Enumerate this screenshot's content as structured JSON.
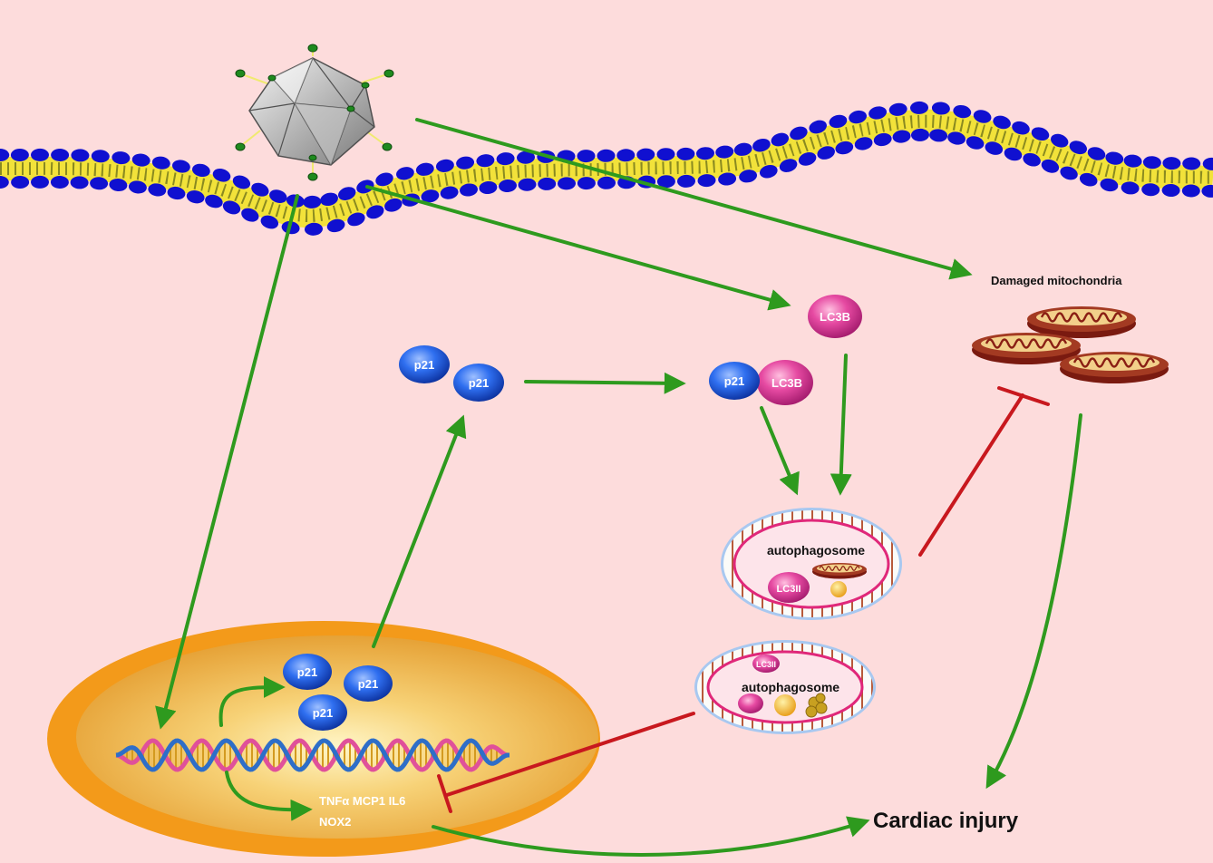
{
  "labels": {
    "damaged_mitochondria": "Damaged mitochondria",
    "cardiac_injury": "Cardiac injury",
    "autophagosome_upper": "autophagosome",
    "autophagosome_lower": "autophagosome",
    "cytokines_line1": "TNFα MCP1 IL6",
    "cytokines_line2": "NOX2"
  },
  "proteins": {
    "p21": "p21",
    "lc3b": "LC3B",
    "lc3ii": "LC3II",
    "lc3ii_small": "LC3II"
  },
  "colors": {
    "background": "#fddcdc",
    "membrane_head": "#1010d0",
    "membrane_tail": "#f2e23a",
    "activation_arrow": "#2e9a1e",
    "inhibition": "#c8181e",
    "p21": "#1f5fe0",
    "lc3b": "#e04aa0",
    "nucleus_outer": "#f39a1a",
    "nucleus_inner": "#e9a637",
    "mitochondria": "#8a1f14"
  },
  "icons": {
    "virus": "adenovirus-capsid-icon",
    "dna": "dna-helix-icon",
    "mitochondrion": "mitochondrion-icon",
    "autophagosome": "autophagosome-icon"
  }
}
